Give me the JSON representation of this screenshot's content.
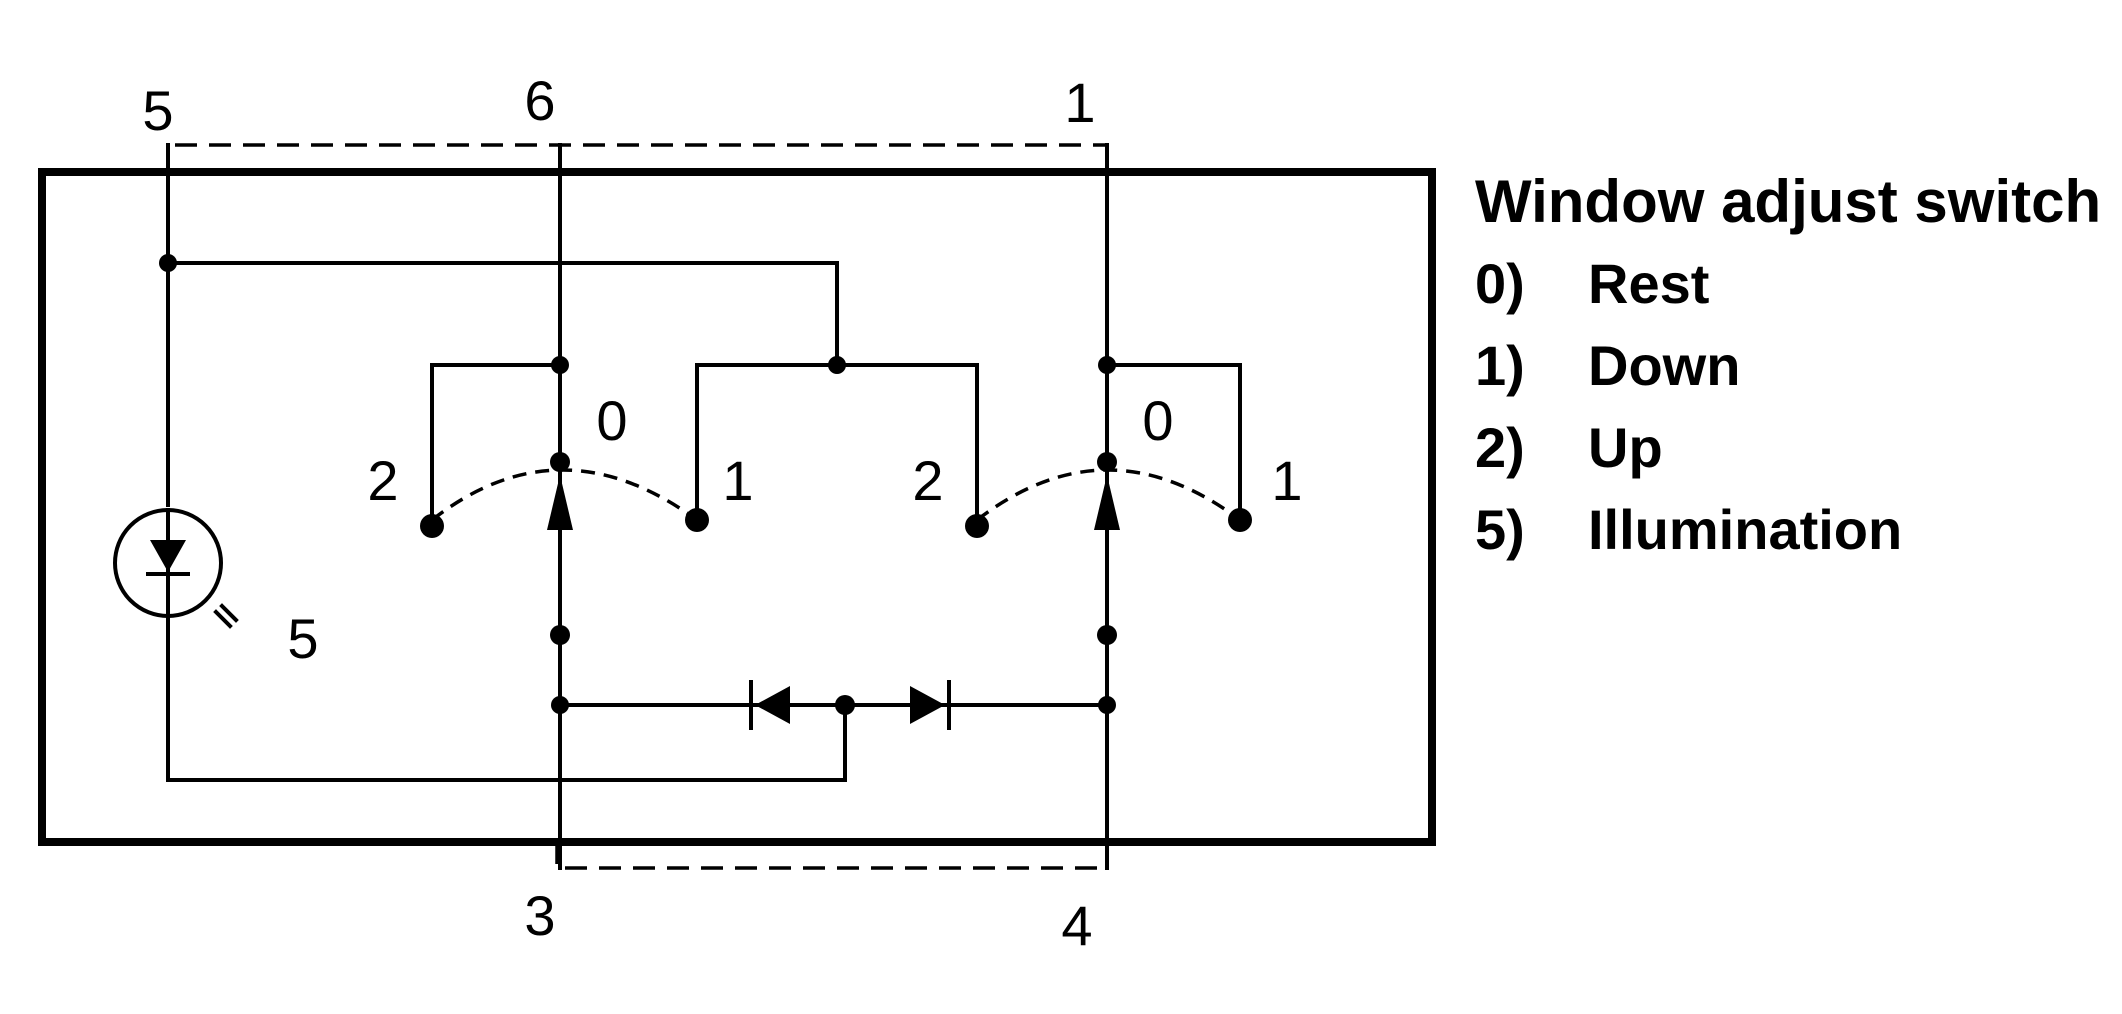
{
  "terminals": {
    "top_left": "5",
    "top_mid": "6",
    "top_right": "1",
    "bottom_left": "3",
    "bottom_right": "4"
  },
  "switch_left": {
    "pos_up": "2",
    "pos_rest": "0",
    "pos_down": "1"
  },
  "switch_right": {
    "pos_up": "2",
    "pos_rest": "0",
    "pos_down": "1"
  },
  "lamp_label": "5",
  "legend": {
    "title": "Window adjust switch",
    "items": [
      {
        "key": "0)",
        "label": "Rest"
      },
      {
        "key": "1)",
        "label": "Down"
      },
      {
        "key": "2)",
        "label": "Up"
      },
      {
        "key": "5)",
        "label": "Illumination"
      }
    ]
  }
}
